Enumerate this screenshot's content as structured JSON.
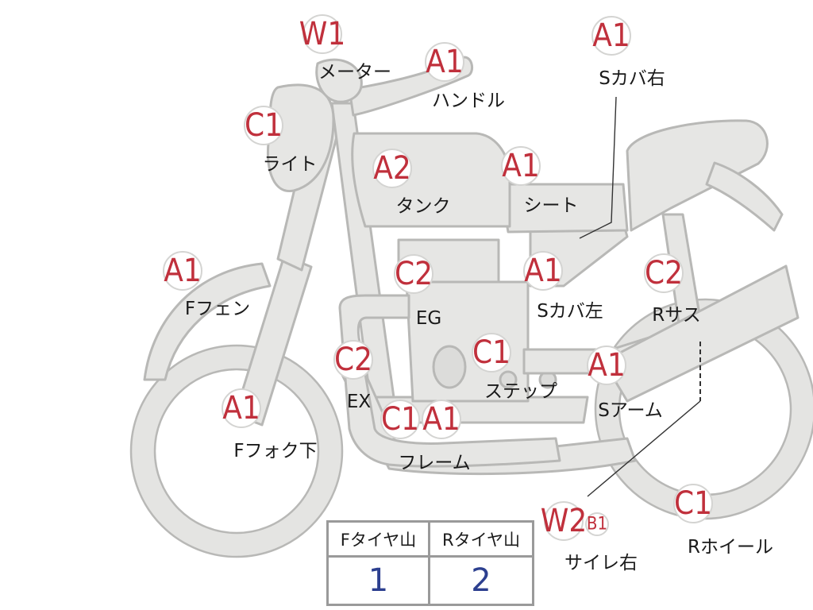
{
  "parts": [
    {
      "id": "meter",
      "grade": "W1",
      "label": "メーター"
    },
    {
      "id": "handle",
      "grade": "A1",
      "label": "ハンドル"
    },
    {
      "id": "scover-right",
      "grade": "A1",
      "label": "Sカバ右"
    },
    {
      "id": "light",
      "grade": "C1",
      "label": "ライト"
    },
    {
      "id": "tank",
      "grade": "A2",
      "label": "タンク"
    },
    {
      "id": "seat",
      "grade": "A1",
      "label": "シート"
    },
    {
      "id": "ffender",
      "grade": "A1",
      "label": "Fフェン"
    },
    {
      "id": "engine",
      "grade": "C2",
      "label": "EG"
    },
    {
      "id": "scover-left",
      "grade": "A1",
      "label": "Sカバ左"
    },
    {
      "id": "rsus",
      "grade": "C2",
      "label": "Rサス"
    },
    {
      "id": "exhaust",
      "grade": "C2",
      "label": "EX"
    },
    {
      "id": "step",
      "grade": "C1",
      "label": "ステップ"
    },
    {
      "id": "sarm",
      "grade": "A1",
      "label": "Sアーム"
    },
    {
      "id": "ffork",
      "grade": "A1",
      "label": "Fフォク下"
    },
    {
      "id": "frame",
      "grade_1": "C1",
      "grade_2": "A1",
      "label": "フレーム"
    },
    {
      "id": "silencer-right",
      "grade_1": "W2",
      "grade_2": "B1",
      "label": "サイレ右"
    },
    {
      "id": "rwheel",
      "grade": "C1",
      "label": "Rホイール"
    }
  ],
  "tire_table": {
    "front_header": "Fタイヤ山",
    "rear_header": "Rタイヤ山",
    "front_value": "1",
    "rear_value": "2"
  },
  "colors": {
    "grade_text": "#c0303c",
    "body_fill": "#e6e6e4",
    "outline": "#b8b8b6",
    "table_value": "#2c3f8f"
  }
}
